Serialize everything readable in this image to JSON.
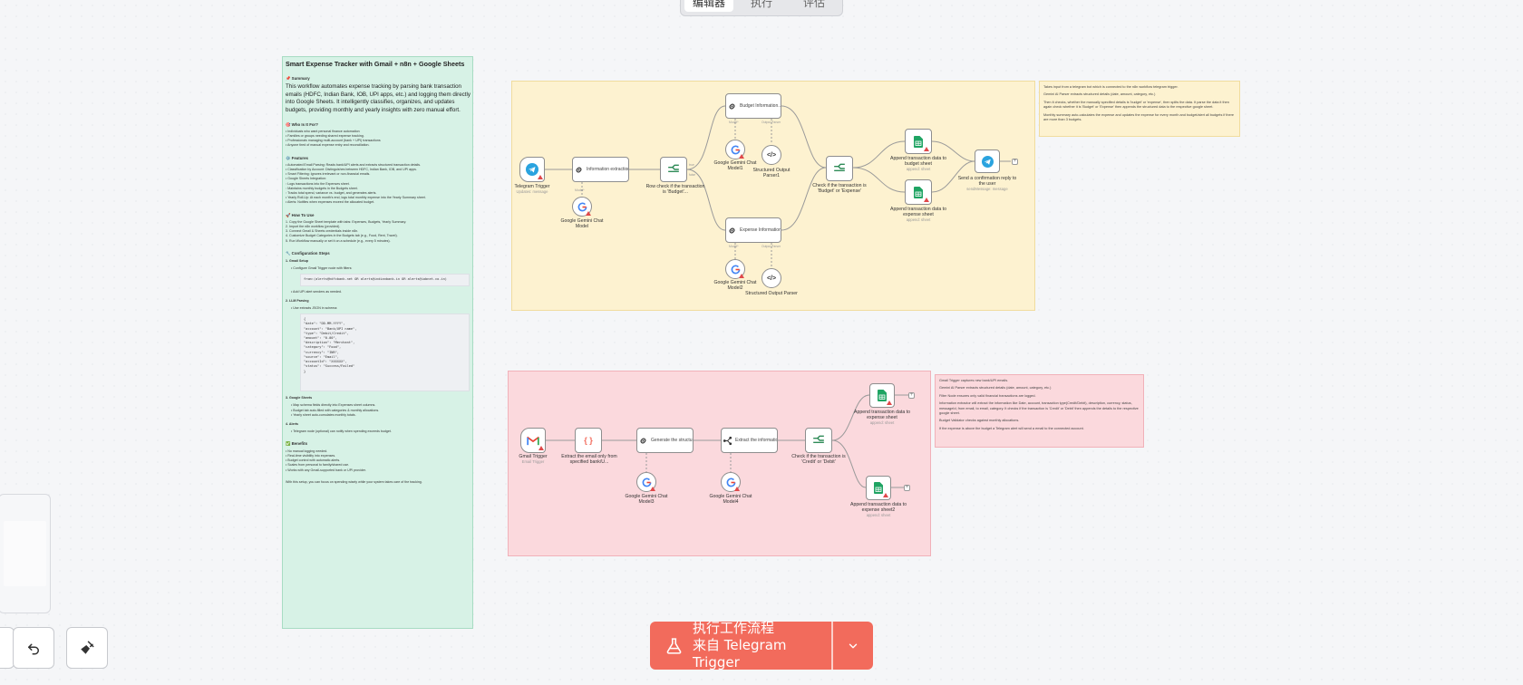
{
  "top_tabs": [
    "编辑器",
    "执行",
    "评估"
  ],
  "doc_note": {
    "title": "Smart Expense Tracker with Gmail + n8n + Google Sheets",
    "summary_heading": "📌 Summary",
    "summary": "This workflow automates expense tracking by parsing bank transaction emails (HDFC, Indian Bank, IOB, UPI apps, etc.) and logging them directly into Google Sheets. It intelligently classifies, organizes, and updates budgets, providing monthly and yearly insights with zero manual effort.",
    "who_heading": "🎯 Who Is It For?",
    "who": [
      "• Individuals who want personal finance automation",
      "• Families or groups needing shared expense tracking.",
      "• Professionals managing multi-account (bank + UPI) transactions",
      "• Anyone tired of manual expense entry and reconciliation."
    ],
    "features_heading": "⚙️ Features",
    "features": [
      "• Automated Email Parsing: Reads bank/UPI alerts and extracts structured transaction details.",
      "• Classification by Account: Distinguishes between HDFC, Indian Bank, IOB, and UPI apps.",
      "• Smart Filtering: Ignores irrelevant or non-financial emails.",
      "• Google Sheets Integration:",
      "   ◦ Logs transactions into the Expenses sheet.",
      "   ◦ Maintains monthly budgets in the Budgets sheet.",
      "   ◦ Tracks total spend, variance vs. budget, and generates alerts.",
      "• Yearly Roll-Up: At each month's end, logs total monthly expense into the Yearly Summary sheet.",
      "• Alerts: Notifies when expenses exceed the allocated budget."
    ],
    "how_heading": "🚀 How To Use",
    "how": [
      "1. Copy the Google Sheet template with tabs: Expenses, Budgets, Yearly Summary.",
      "2. Import the n8n workflow (provided).",
      "3. Connect Gmail & Sheets credentials inside n8n.",
      "4. Customize Budget Categories in the Budgets tab (e.g., Food, Rent, Travel).",
      "5. Run Workflow manually or set it on a schedule (e.g., every 5 minutes)."
    ],
    "config_heading": "🔧 Configuration Steps",
    "config_gmail": "1. Gmail Setup",
    "config_gmail_items": [
      "• Configure Gmail Trigger node with filters:"
    ],
    "gmail_code": "from:(alerts@hdfcbank.net OR alerts@indianbank.in OR alerts@iobnet.co.in)",
    "config_gmail_after": "• Add UPI alert senders as needed.",
    "config_llm": "2. LLM Parsing",
    "config_llm_items": [
      "• Use extracts JSON in schema:"
    ],
    "llm_code": [
      "{",
      "  \"date\": \"DD-MM-YYYY\",",
      "  \"account\": \"Bank/UPI name\",",
      "  \"type\": \"Debit/Credit\",",
      "  \"amount\": \"0.00\",",
      "  \"description\": \"Merchant\",",
      "  \"category\": \"Food\",",
      "  \"currency\": \"INR\",",
      "  \"source\": \"Email\",",
      "  \"accountId\": \"XXXXXX\",",
      "  \"status\": \"Success/Failed\"",
      "}"
    ],
    "config_sheets": "3. Google Sheets",
    "config_sheets_items": [
      "• Map schema fields directly into Expenses sheet columns.",
      "• Budget tab auto-filled with categories & monthly allocations.",
      "• Yearly sheet auto-cumulates monthly totals."
    ],
    "config_alerts": "4. Alerts",
    "config_alerts_items": [
      "• Telegram node (optional) can notify when spending exceeds budget."
    ],
    "benefits_heading": "✅ Benefits",
    "benefits": [
      "• No manual logging needed.",
      "• Real-time visibility into expenses.",
      "• Budget control with automatic alerts.",
      "• Scales from personal to family/shared use.",
      "• Works with any Gmail-supported bank or UPI provider."
    ],
    "footer": "With this setup, you can focus on spending wisely while your system takes care of the tracking."
  },
  "yellow_side_note": [
    "Takes input from a telegram bot which is connected to the n8n workflow telegram trigger.",
    "Gemini AI Parser extracts structured details (date, amount, category, etc.)",
    "Then it checks, whether the manually specified details is 'budget' or 'expense', then splits the data. It parse the data it then again check whether it is 'Budget' or 'Expense' then appends the structured data to the respective google sheet.",
    "Monthly summary auto-calculates the expense and updates the expense for every month and budget/alert all budgets if there are more than 3 budgets."
  ],
  "red_side_note": [
    "Gmail Trigger captures new bank/UPI emails.",
    "Gemini AI Parser extracts structured details (date, amount, category, etc.)",
    "Filter Node ensures only valid financial transactions are logged.",
    "Information extractor will extract the information like Date, account, transaction type(Credit/Debit), description, currency, status, messageId, from email, to email, category. It checks if the transaction is 'Credit' or 'Debit' then appends the details to the respective google sheet.",
    "Budget Validator checks against monthly allocations.",
    "If the expense is above the budget a Telegram alert will send a email to the connected account."
  ],
  "nodes": {
    "telegram_trigger": {
      "label": "Telegram Trigger",
      "sub": "Updates: message"
    },
    "info_extraction": {
      "label": "Information extraction fro..."
    },
    "gemini_model": {
      "label": "Google Gemini Chat Model"
    },
    "raw_check": {
      "label": "Row check if the transaction is 'Budget'..."
    },
    "budget_info": {
      "label": "Budget Information..."
    },
    "gemini_model1": {
      "label": "Google Gemini Chat Model1"
    },
    "output_parser1": {
      "label": "Structured Output Parser1"
    },
    "expense_info": {
      "label": "Expense Information..."
    },
    "gemini_model2": {
      "label": "Google Gemini Chat Model2"
    },
    "output_parser": {
      "label": "Structured Output Parser"
    },
    "check_budget_expense": {
      "label": "Check if the transaction is 'Budget' or 'Expense'"
    },
    "append_budget": {
      "label": "Append transaction data to budget sheet",
      "sub": "append: sheet"
    },
    "append_expense": {
      "label": "Append transaction data to expense sheet",
      "sub": "append: sheet"
    },
    "send_confirmation": {
      "label": "Send a confirmation reply to the user",
      "sub": "sendMessage: message"
    },
    "gmail_trigger": {
      "label": "Gmail Trigger",
      "sub": "Email Trigger"
    },
    "extract_email": {
      "label": "Extract the email only from specified bank/U..."
    },
    "generate_structured": {
      "label": "Generate the structured dat..."
    },
    "gemini_model3": {
      "label": "Google Gemini Chat Model3"
    },
    "extract_info": {
      "label": "Extract the information an..."
    },
    "gemini_model4": {
      "label": "Google Gemini Chat Model4"
    },
    "check_credit_debit": {
      "label": "Check if the transaction is 'Credit' or 'Debit'"
    },
    "append_expense_top": {
      "label": "Append transaction data to expense sheet",
      "sub": "append: sheet"
    },
    "append_expense2": {
      "label": "Append transaction data to expense sheet2",
      "sub": "append: sheet"
    }
  },
  "port_labels": {
    "model": "Model*",
    "parser": "Output Parser",
    "true": "true",
    "false": "false"
  },
  "run_button": {
    "line1": "执行工作流程",
    "line2": "来自 Telegram Trigger"
  },
  "colors": {
    "accent": "#f26b5c",
    "note_green": "#d7f2e6",
    "note_yellow": "#fdf2d0",
    "note_red": "#fbd9dd",
    "warn": "#e0484a"
  },
  "icons": [
    "telegram-icon",
    "link-icon",
    "google-g-icon",
    "switch-icon",
    "parser-icon",
    "sheets-icon",
    "gmail-icon",
    "code-icon",
    "filter-icon",
    "flask-icon",
    "chevron-down-icon",
    "undo-icon",
    "broom-icon"
  ]
}
